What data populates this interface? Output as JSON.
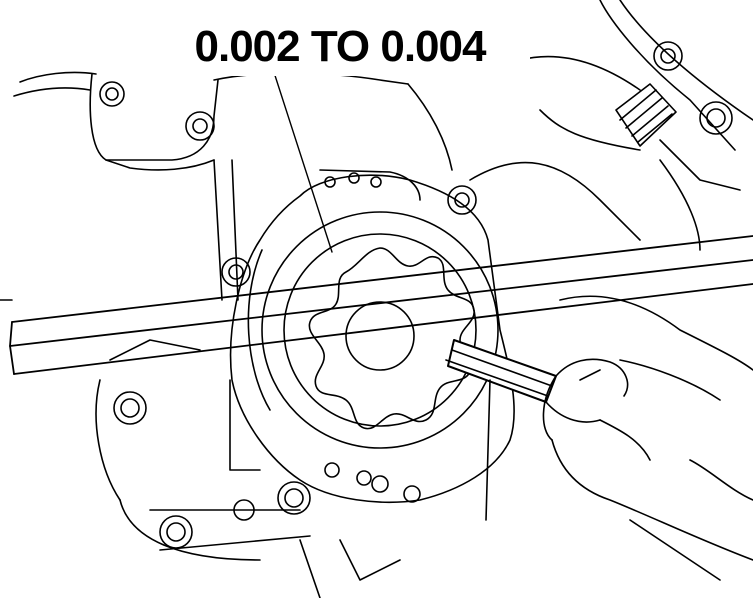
{
  "figure": {
    "spec_label": "0.002 TO 0.004"
  },
  "colors": {
    "background": "#ffffff",
    "line": "#000000",
    "label_text": "#000000"
  },
  "icons": [
    "oil-pump-housing",
    "inner-rotor",
    "outer-rotor",
    "straight-edge",
    "feeler-gauge",
    "hand"
  ]
}
